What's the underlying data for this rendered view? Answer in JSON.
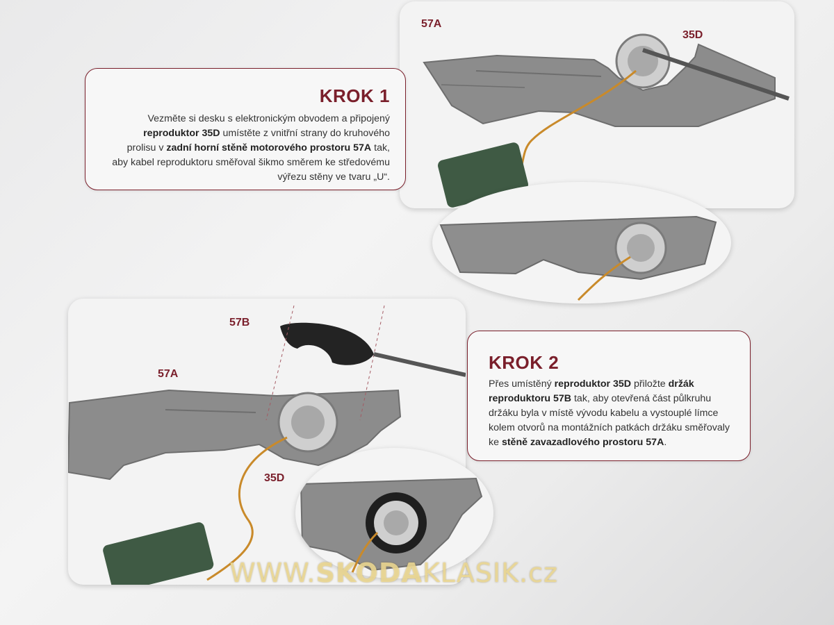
{
  "step1": {
    "title": "KROK 1",
    "text_parts": [
      {
        "t": "Vezměte si desku s elektronickým obvodem a připojený ",
        "b": false
      },
      {
        "t": "reproduktor 35D",
        "b": true
      },
      {
        "t": " umístěte z vnitřní strany do kruhového prolisu v ",
        "b": false
      },
      {
        "t": "zadní horní stěně motorového prostoru 57A",
        "b": true
      },
      {
        "t": " tak, aby kabel reproduktoru směřoval šikmo směrem ke středovému výřezu stěny ve tvaru „U“.",
        "b": false
      }
    ]
  },
  "step2": {
    "title": "KROK 2",
    "text_parts": [
      {
        "t": "Přes umístěný ",
        "b": false
      },
      {
        "t": "reproduktor 35D",
        "b": true
      },
      {
        "t": " přiložte ",
        "b": false
      },
      {
        "t": "držák reproduktoru 57B",
        "b": true
      },
      {
        "t": " tak, aby otevřená část půlkruhu držáku byla v místě vývodu kabelu a vystouplé límce kolem otvorů na montážních patkách držáku směřovaly ke ",
        "b": false
      },
      {
        "t": "stěně zavazadlového prostoru 57A",
        "b": true
      },
      {
        "t": ".",
        "b": false
      }
    ]
  },
  "callouts": {
    "top_57a": "57A",
    "top_35d": "35D",
    "bottom_57b": "57B",
    "bottom_57a": "57A",
    "bottom_35d": "35D"
  },
  "watermark": {
    "prefix": "WWW.",
    "brand_bold": "SKODA",
    "brand_rest": "KLASIK",
    "suffix": ".cz"
  },
  "colors": {
    "accent": "#7a1f2b",
    "part_gray": "#8e8e8e",
    "cable": "#c98a2a",
    "pcb": "#3f5a44"
  }
}
